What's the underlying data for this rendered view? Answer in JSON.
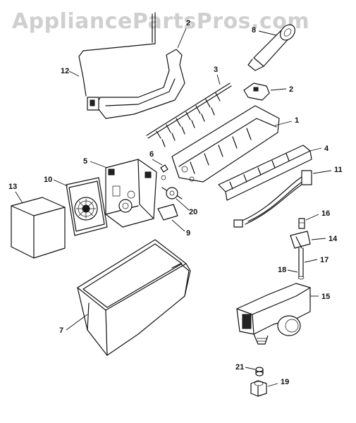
{
  "watermark": "AppliancePartsPros.com",
  "callouts": {
    "c1": "1",
    "c2": "2",
    "c3": "3",
    "c4": "4",
    "c5": "5",
    "c6": "6",
    "c7": "7",
    "c8": "8",
    "c9": "9",
    "c10": "10",
    "c11": "11",
    "c12": "12",
    "c13": "13",
    "c14": "14",
    "c15": "15",
    "c16": "16",
    "c17": "17",
    "c18": "18",
    "c19": "19",
    "c20": "20",
    "c21": "21",
    "c2b": "2"
  }
}
